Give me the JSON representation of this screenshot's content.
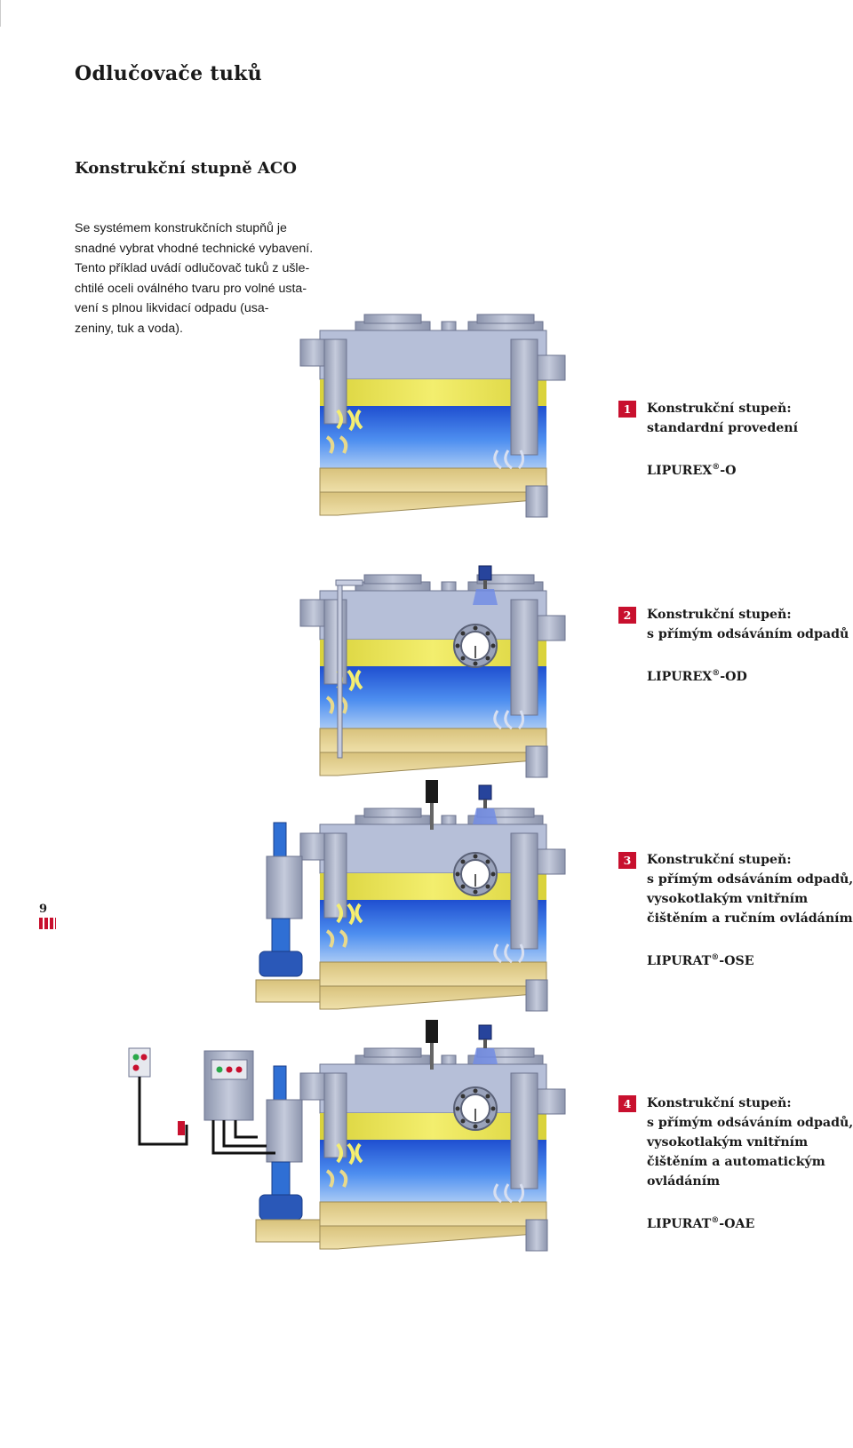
{
  "header": {
    "page_title": "Odlučovače tuků",
    "section_title": "Konstrukční stupně ACO"
  },
  "intro": {
    "lines": [
      "Se systémem konstrukčních stupňů je",
      "snadné vybrat vhodné technické vybavení.",
      "Tento příklad uvádí odlučovač tuků z ušle-",
      "chtilé oceli oválného tvaru pro volné usta-",
      "vení s plnou likvidací odpadu (usa-",
      "zeniny, tuk a voda)."
    ]
  },
  "stages": [
    {
      "number": "1",
      "lines": [
        "Konstrukční stupeň:",
        "standardní provedení"
      ],
      "product": "LIPUREX",
      "reg": "®",
      "suffix": "-O"
    },
    {
      "number": "2",
      "lines": [
        "Konstrukční stupeň:",
        "s přímým odsáváním odpadů"
      ],
      "product": "LIPUREX",
      "reg": "®",
      "suffix": "-OD"
    },
    {
      "number": "3",
      "lines": [
        "Konstrukční stupeň:",
        "s přímým odsáváním odpadů,",
        "vysokotlakým vnitřním",
        "čištěním a ručním ovládáním"
      ],
      "product": "LIPURAT",
      "reg": "®",
      "suffix": "-OSE"
    },
    {
      "number": "4",
      "lines": [
        "Konstrukční stupeň:",
        "s přímým odsáváním odpadů,",
        "vysokotlakým vnitřním",
        "čištěním a automatickým",
        "ovládáním"
      ],
      "product": "LIPURAT",
      "reg": "®",
      "suffix": "-OAE"
    }
  ],
  "footer": {
    "page_number": "9"
  },
  "colors": {
    "accent_red": "#c8102e",
    "steel": "#a9b1c8",
    "grease_yellow": "#e8e35a",
    "water_blue": "#2a5fd9",
    "sludge_tan": "#e2cf8e"
  }
}
